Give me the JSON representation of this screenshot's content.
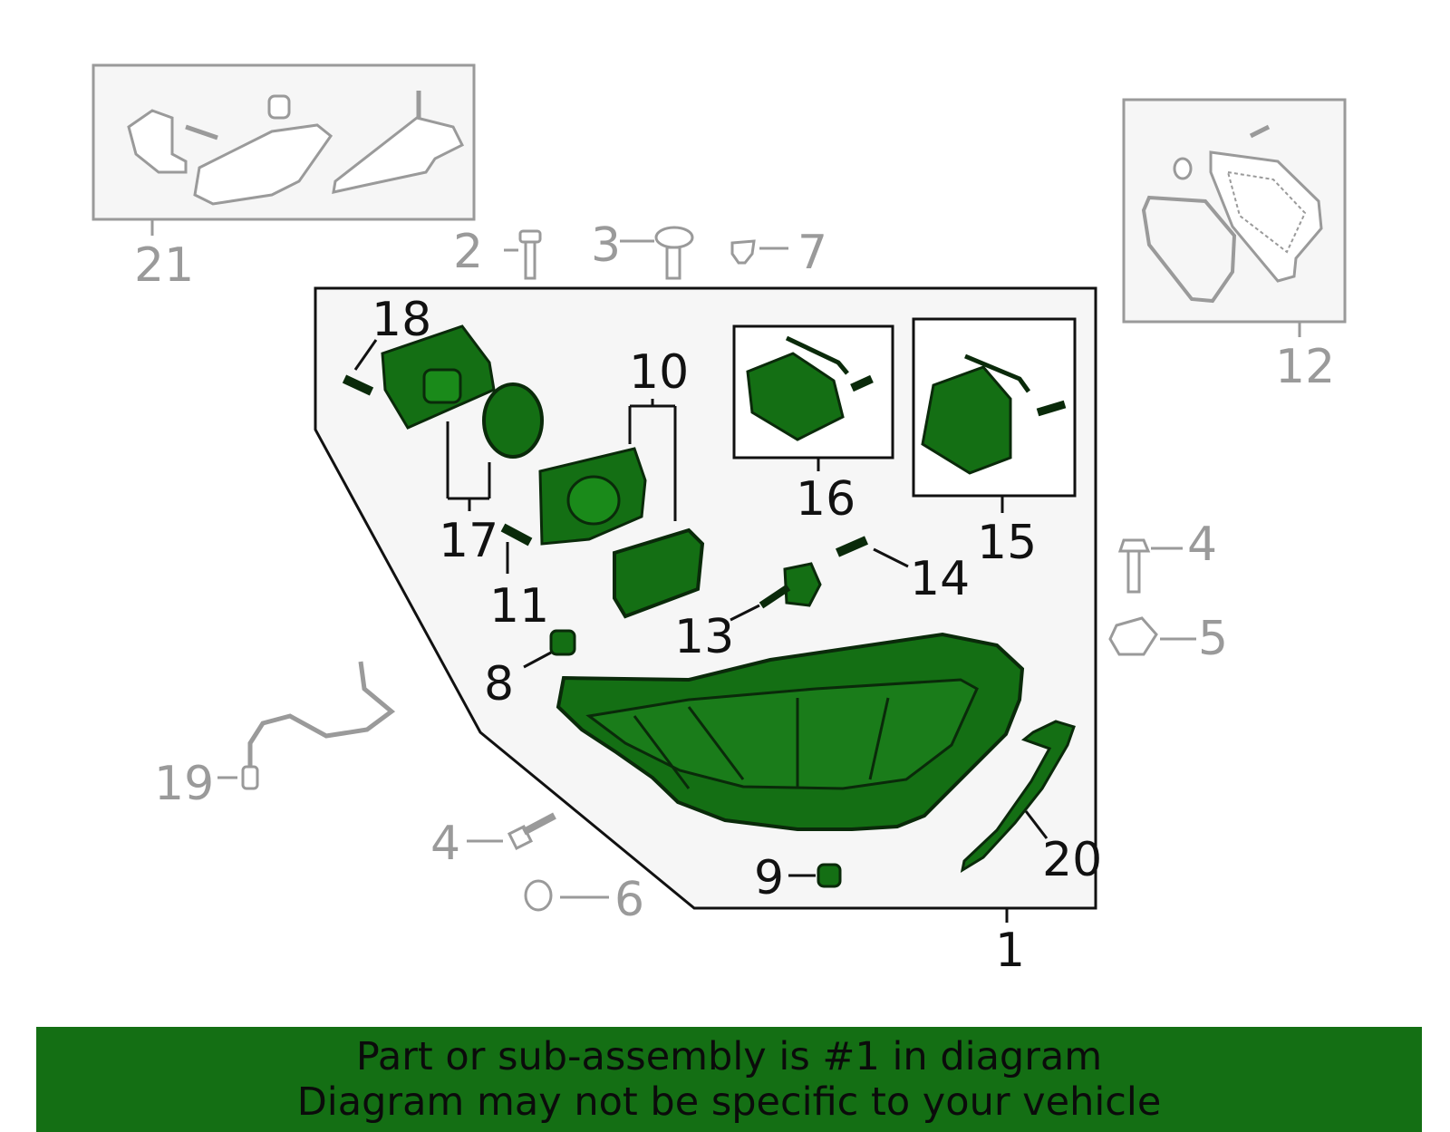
{
  "colors": {
    "highlight": "#146f14",
    "highlight_stroke": "#0a2a0a",
    "inactive_part": "#9a9a9a",
    "panel_fill": "#f6f6f6",
    "banner_bg": "#146f14"
  },
  "callouts": {
    "c1": "1",
    "c2": "2",
    "c3": "3",
    "c4a": "4",
    "c4b": "4",
    "c5": "5",
    "c6": "6",
    "c7": "7",
    "c8": "8",
    "c9": "9",
    "c10": "10",
    "c11": "11",
    "c12": "12",
    "c13": "13",
    "c14": "14",
    "c15": "15",
    "c16": "16",
    "c17": "17",
    "c18": "18",
    "c19": "19",
    "c20": "20",
    "c21": "21"
  },
  "banner": {
    "line1": "Part or sub-assembly is #1 in diagram",
    "line2": "Diagram may not be specific to your vehicle"
  }
}
